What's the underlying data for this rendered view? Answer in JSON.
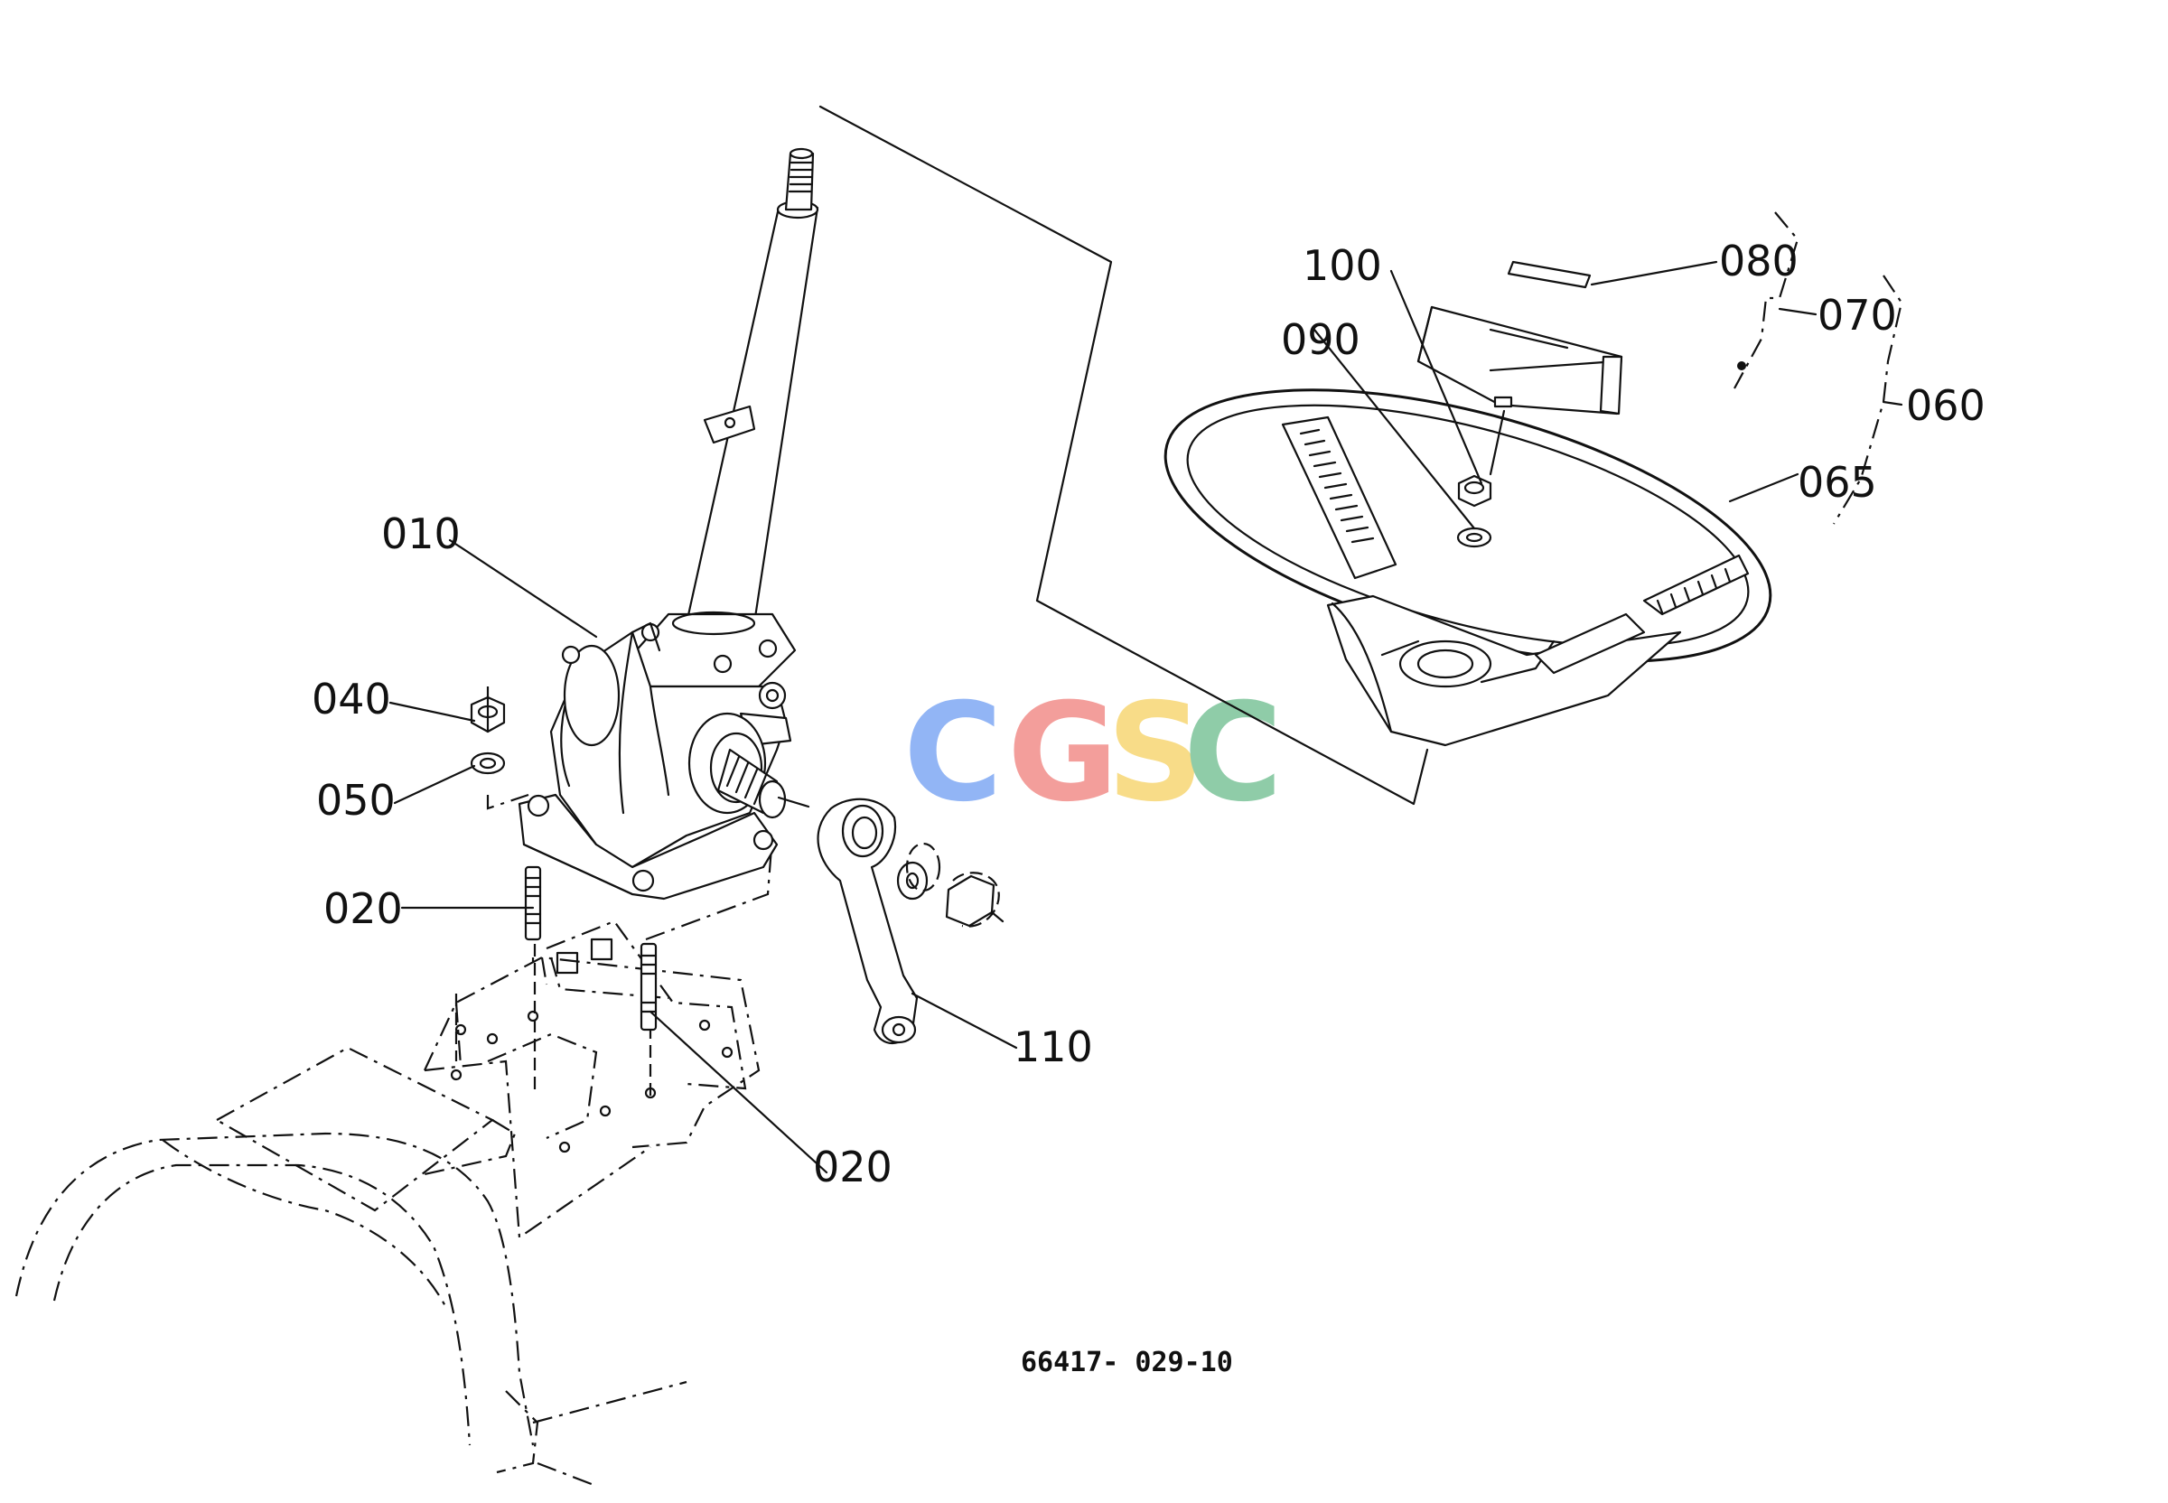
{
  "diagram": {
    "callouts": {
      "c010": "010",
      "c020a": "020",
      "c020b": "020",
      "c040": "040",
      "c050": "050",
      "c060": "060",
      "c065": "065",
      "c070": "070",
      "c080": "080",
      "c090": "090",
      "c100": "100",
      "c110": "110"
    },
    "document_number": "66417- 029-10",
    "watermark": {
      "letters": [
        "C",
        "G",
        "S",
        "C"
      ],
      "colors": [
        "#7fa9f4",
        "#f28e8a",
        "#f7d774",
        "#7cc49a"
      ]
    }
  }
}
